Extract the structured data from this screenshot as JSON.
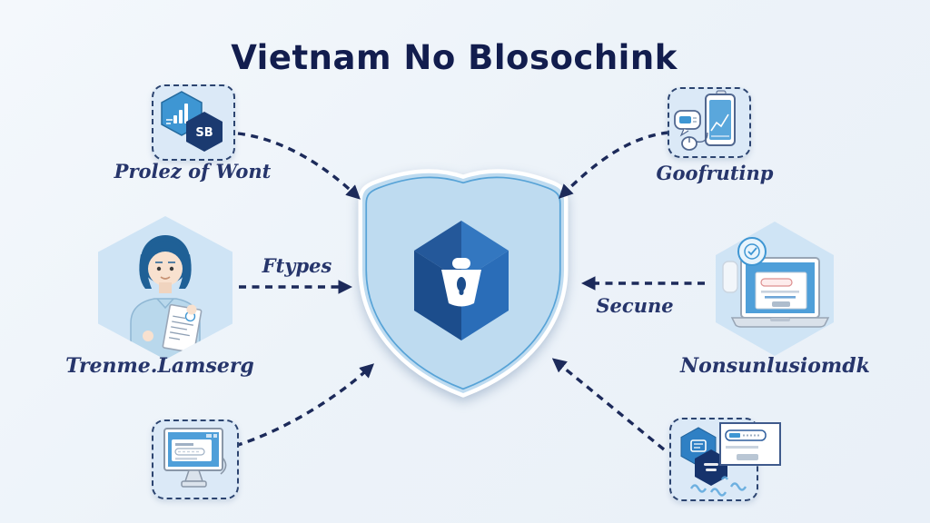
{
  "title": "Vietnam No Blosochink",
  "nodes": {
    "top_left": {
      "label": "Prolez of Wont",
      "badge": "SB",
      "icon": "analytics-hexagons-icon"
    },
    "top_right": {
      "label": "Goofrutinp",
      "icon": "tablet-chart-icon"
    },
    "left": {
      "label": "Trenme.Lamserg",
      "icon": "person-document-icon"
    },
    "right": {
      "label": "Nonsunlusiomdk",
      "icon": "laptop-form-icon"
    },
    "bottom_left": {
      "icon": "desktop-monitor-icon"
    },
    "bottom_right": {
      "icon": "hexagon-document-puzzle-icon"
    }
  },
  "center": {
    "icon": "shield-lock-cube-icon"
  },
  "arrows": {
    "ftypes_label": "Ftypes",
    "secure_label": "Secune"
  },
  "colors": {
    "background": "#eef3f9",
    "title_navy": "#121d4e",
    "label_navy": "#26356b",
    "arrow_navy": "#1c2a5a",
    "shield_fill": "#bedbf0",
    "shield_outline": "#57a3d7",
    "cube_left": "#1c4d8c",
    "cube_right": "#2a6db8",
    "hex_light_blue": "#cfe4f5",
    "tile_blue": "#dbe9f7",
    "accent_blue": "#3e96d3"
  }
}
